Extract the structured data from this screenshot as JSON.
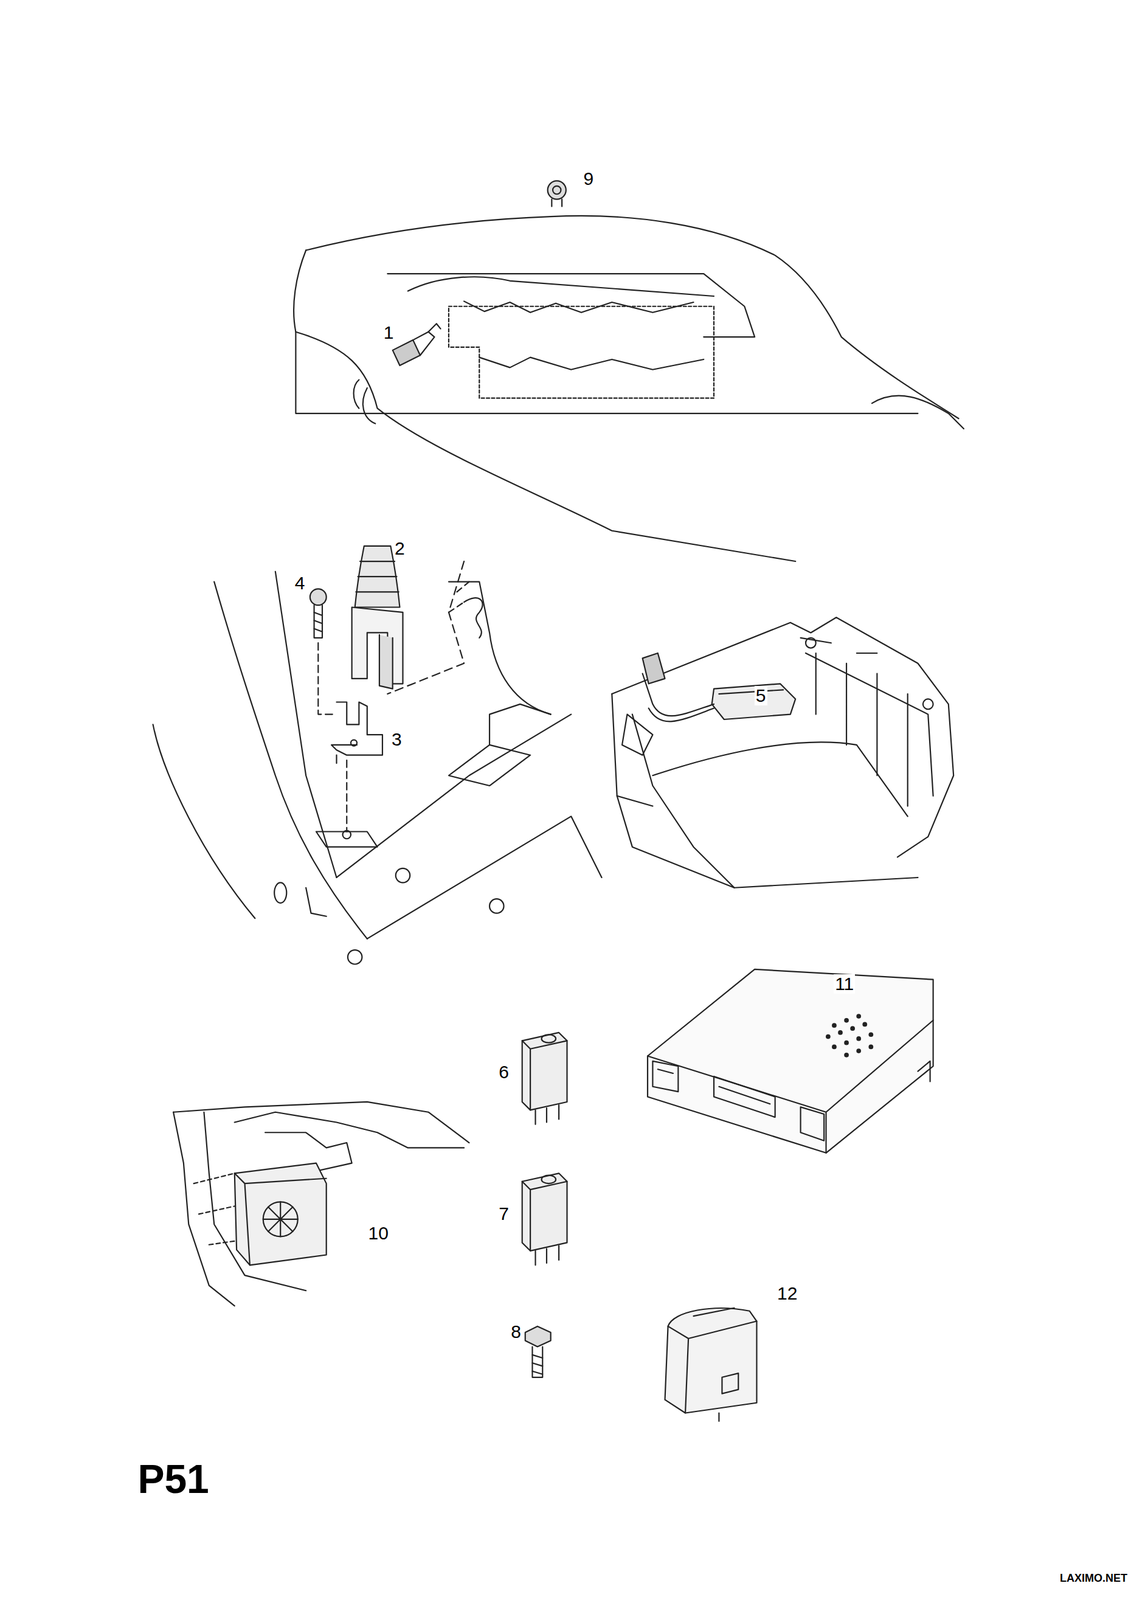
{
  "diagram": {
    "labels": [
      "9",
      "1",
      "2",
      "4",
      "3",
      "5",
      "11",
      "6",
      "7",
      "10",
      "12",
      "8",
      "P51",
      "LAXIMO.NET"
    ]
  }
}
